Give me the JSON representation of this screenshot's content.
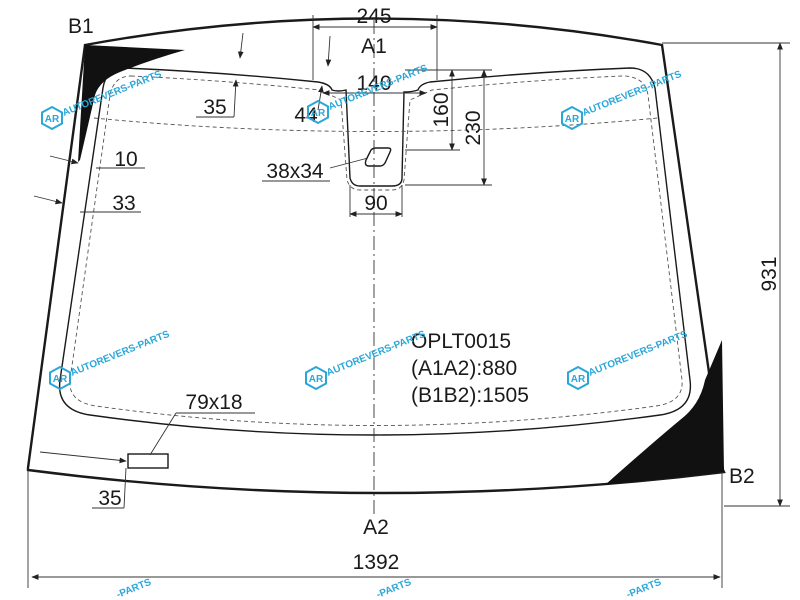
{
  "part_code": "OPLT0015",
  "dimensions": {
    "a1a2_label": "(A1A2):880",
    "b1b2_label": "(B1B2):1505",
    "width_bottom": "1392",
    "height": "931",
    "top_width": "245",
    "mirror_width": "140",
    "mirror_height_160": "160",
    "mirror_height_230": "230",
    "sensor_size": "38x34",
    "mirror_base": "90",
    "dim_35_top": "35",
    "dim_44": "44",
    "dim_10": "10",
    "dim_33": "33",
    "vin_window": "79x18",
    "dim_35_bottom": "35"
  },
  "points": {
    "a1": "A1",
    "a2": "A2",
    "b1": "B1",
    "b2": "B2"
  },
  "watermark": {
    "logo": "AR",
    "text": "AUTOREVERS-PARTS",
    "partial_text": "-PARTS",
    "color": "#2aa7d8"
  }
}
